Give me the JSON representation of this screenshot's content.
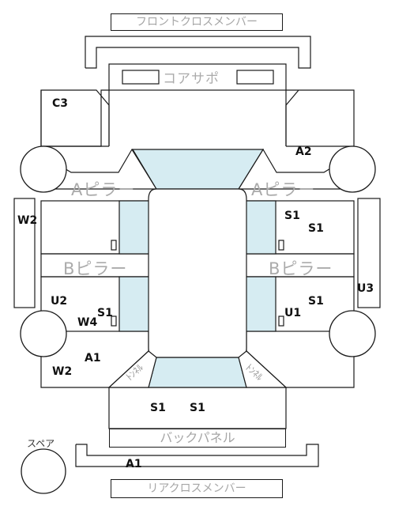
{
  "labels": {
    "front_cross_member": "フロントクロスメンバー",
    "core_support": "コアサポ",
    "a_pillar_left": "Aピラー",
    "a_pillar_right": "Aピラー",
    "b_pillar_left": "Bピラー",
    "b_pillar_right": "Bピラー",
    "back_panel": "バックパネル",
    "rear_cross_member": "リアクロスメンバー",
    "spare": "スペア",
    "tunnel_left": "ﾄﾝﾈﾙ",
    "tunnel_right": "ﾄﾝﾈﾙ"
  },
  "codes": {
    "c3": "C3",
    "a2": "A2",
    "w2_left": "W2",
    "s1_r1": "S1",
    "s1_r2": "S1",
    "u3": "U3",
    "u2": "U2",
    "s1_lower_left": "S1",
    "w4": "W4",
    "s1_lower_right": "S1",
    "u1": "U1",
    "a1_mid": "A1",
    "w2_bottom": "W2",
    "s1_trunk_left": "S1",
    "s1_trunk_right": "S1",
    "a1_rear": "A1"
  },
  "colors": {
    "line": "#1a1a1a",
    "fill_blue": "#d6ecf2",
    "label_gray": "#a6a6a6"
  }
}
